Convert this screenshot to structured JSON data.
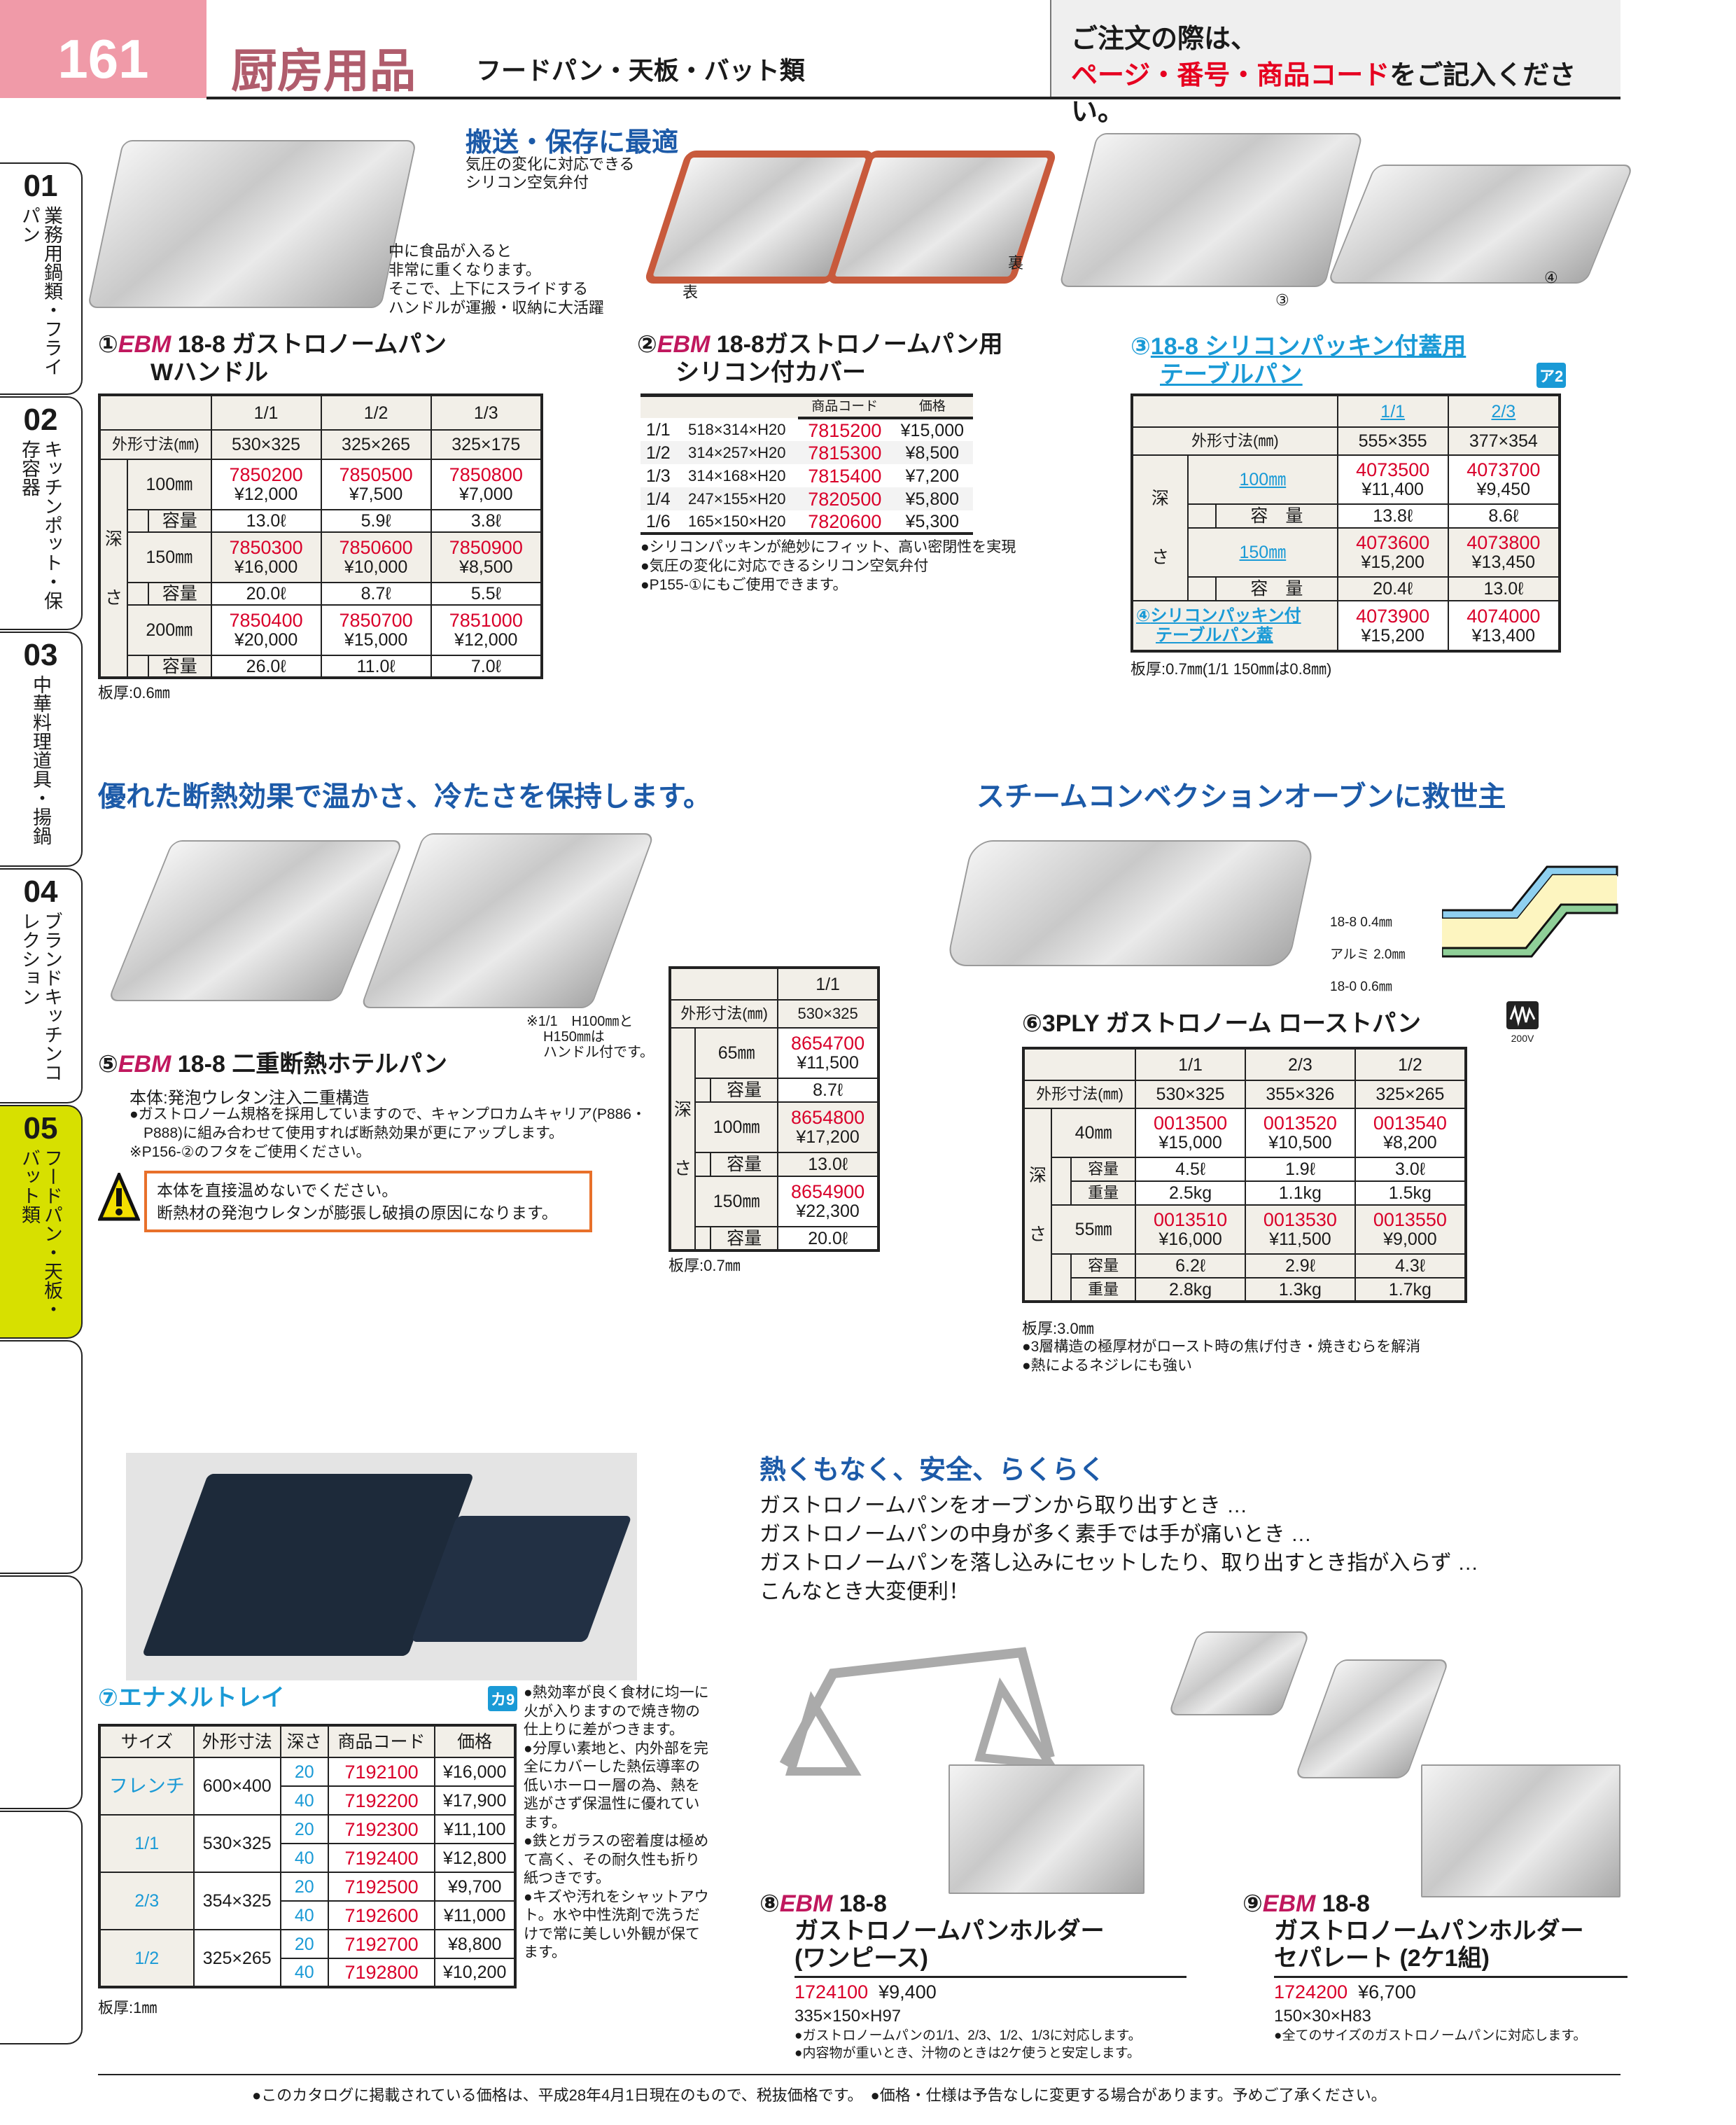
{
  "header": {
    "page_number": "161",
    "category": "厨房用品",
    "subcategory": "フードパン・天板・バット類",
    "notice_line1": "ご注文の際は、",
    "notice_highlight": "ページ・番号・商品コード",
    "notice_rest": "をご記入ください。"
  },
  "sidebar": [
    {
      "num": "01",
      "label": "業務用鍋類・フライパン"
    },
    {
      "num": "02",
      "label": "キッチンポット・保存容器"
    },
    {
      "num": "03",
      "label": "中華料理道具・揚鍋"
    },
    {
      "num": "04",
      "label": "ブランドキッチンコレクション"
    },
    {
      "num": "05",
      "label": "フードパン・天板・バット類"
    }
  ],
  "colors": {
    "code_red": "#d9002a",
    "brand_magenta": "#c0185e",
    "headline_blue": "#1c5aa8",
    "accent_cyan": "#1a9ad6",
    "active_tab": "#d7e000",
    "warning_orange": "#e8702a"
  },
  "s1": {
    "num": "①",
    "brand": "EBM",
    "title": " 18-8 ガストロノームパン",
    "title2": "Wハンドル",
    "callout": [
      "中に食品が入ると",
      "非常に重くなります。",
      "そこで、上下にスライドする",
      "ハンドルが運搬・収納に大活躍"
    ],
    "cols": [
      "1/1",
      "1/2",
      "1/3"
    ],
    "dim_label": "外形寸法(㎜)",
    "dims": [
      "530×325",
      "325×265",
      "325×175"
    ],
    "depth_label": [
      "深",
      "さ"
    ],
    "cap_label": "容量",
    "rows": [
      {
        "depth": "100㎜",
        "codes": [
          "7850200",
          "7850500",
          "7850800"
        ],
        "prices": [
          "¥12,000",
          "¥7,500",
          "¥7,000"
        ],
        "caps": [
          "13.0ℓ",
          "5.9ℓ",
          "3.8ℓ"
        ]
      },
      {
        "depth": "150㎜",
        "codes": [
          "7850300",
          "7850600",
          "7850900"
        ],
        "prices": [
          "¥16,000",
          "¥10,000",
          "¥8,500"
        ],
        "caps": [
          "20.0ℓ",
          "8.7ℓ",
          "5.5ℓ"
        ]
      },
      {
        "depth": "200㎜",
        "codes": [
          "7850400",
          "7850700",
          "7851000"
        ],
        "prices": [
          "¥20,000",
          "¥15,000",
          "¥12,000"
        ],
        "caps": [
          "26.0ℓ",
          "11.0ℓ",
          "7.0ℓ"
        ]
      }
    ],
    "note": "板厚:0.6㎜"
  },
  "s2": {
    "num": "②",
    "brand": "EBM",
    "title": " 18-8ガストロノームパン用",
    "title2": "シリコン付カバー",
    "tagline": "搬送・保存に最適",
    "callout": [
      "気圧の変化に対応できる",
      "シリコン空気弁付"
    ],
    "front": "表",
    "back": "裏",
    "col_code": "商品コード",
    "col_price": "価格",
    "rows": [
      {
        "size": "1/1",
        "dims": "518×314×H20",
        "code": "7815200",
        "price": "¥15,000"
      },
      {
        "size": "1/2",
        "dims": "314×257×H20",
        "code": "7815300",
        "price": "¥8,500"
      },
      {
        "size": "1/3",
        "dims": "314×168×H20",
        "code": "7815400",
        "price": "¥7,200"
      },
      {
        "size": "1/4",
        "dims": "247×155×H20",
        "code": "7820500",
        "price": "¥5,800"
      },
      {
        "size": "1/6",
        "dims": "165×150×H20",
        "code": "7820600",
        "price": "¥5,300"
      }
    ],
    "bullets": [
      "●シリコンパッキンが絶妙にフィット、高い密閉性を実現",
      "●気圧の変化に対応できるシリコン空気弁付",
      "●P155-①にもご使用できます。"
    ]
  },
  "s3": {
    "num": "③",
    "title": "18-8 シリコンパッキン付蓋用",
    "title2": "テーブルパン",
    "badge": "ア2",
    "img_label3": "③",
    "img_label4": "④",
    "cols": [
      "1/1",
      "2/3"
    ],
    "dim_label": "外形寸法(㎜)",
    "dims": [
      "555×355",
      "377×354"
    ],
    "depth_label": [
      "深",
      "さ"
    ],
    "cap_label": "容　量",
    "rows": [
      {
        "depth": "100㎜",
        "codes": [
          "4073500",
          "4073700"
        ],
        "prices": [
          "¥11,400",
          "¥9,450"
        ],
        "caps": [
          "13.8ℓ",
          "8.6ℓ"
        ]
      },
      {
        "depth": "150㎜",
        "codes": [
          "4073600",
          "4073800"
        ],
        "prices": [
          "¥15,200",
          "¥13,450"
        ],
        "caps": [
          "20.4ℓ",
          "13.0ℓ"
        ]
      }
    ],
    "lid": {
      "num": "④",
      "title": "シリコンパッキン付",
      "title2": "テーブルパン蓋",
      "codes": [
        "4073900",
        "4074000"
      ],
      "prices": [
        "¥15,200",
        "¥13,400"
      ]
    },
    "note": "板厚:0.7㎜(1/1 150㎜は0.8㎜)"
  },
  "headline_a": "優れた断熱効果で温かさ、冷たさを保持します。",
  "headline_b": "スチームコンベクションオーブンに救世主",
  "s5": {
    "num": "⑤",
    "brand": "EBM",
    "title": " 18-8 二重断熱ホテルパン",
    "img_note": [
      "※1/1　H100㎜と",
      "H150㎜は",
      "ハンドル付です。"
    ],
    "body": "本体:発泡ウレタン注入二重構造",
    "bullets": [
      "●ガストロノーム規格を採用していますので、キャンプロカムキャリア(P886・",
      "P888)に組み合わせて使用すれば断熱効果が更にアップします。",
      "※P156-②のフタをご使用ください。"
    ],
    "warning": [
      "本体を直接温めないでください。",
      "断熱材の発泡ウレタンが膨張し破損の原因になります。"
    ],
    "col": "1/1",
    "dim_label": "外形寸法(㎜)",
    "dim": "530×325",
    "depth_label": [
      "深",
      "さ"
    ],
    "cap_label": "容量",
    "rows": [
      {
        "depth": "65㎜",
        "code": "8654700",
        "price": "¥11,500",
        "cap": "8.7ℓ"
      },
      {
        "depth": "100㎜",
        "code": "8654800",
        "price": "¥17,200",
        "cap": "13.0ℓ"
      },
      {
        "depth": "150㎜",
        "code": "8654900",
        "price": "¥22,300",
        "cap": "20.0ℓ"
      }
    ],
    "note": "板厚:0.7㎜"
  },
  "s6": {
    "num": "⑥",
    "title": "3PLY ガストロノーム ローストパン",
    "voltage": "200V",
    "layers": [
      "18-8  0.4㎜",
      "アルミ 2.0㎜",
      "18-0  0.6㎜"
    ],
    "cols": [
      "1/1",
      "2/3",
      "1/2"
    ],
    "dim_label": "外形寸法(㎜)",
    "dims": [
      "530×325",
      "355×326",
      "325×265"
    ],
    "depth_label": [
      "深",
      "さ"
    ],
    "cap_label": "容量",
    "wt_label": "重量",
    "rows": [
      {
        "depth": "40㎜",
        "codes": [
          "0013500",
          "0013520",
          "0013540"
        ],
        "prices": [
          "¥15,000",
          "¥10,500",
          "¥8,200"
        ],
        "caps": [
          "4.5ℓ",
          "1.9ℓ",
          "3.0ℓ"
        ],
        "wts": [
          "2.5kg",
          "1.1kg",
          "1.5kg"
        ]
      },
      {
        "depth": "55㎜",
        "codes": [
          "0013510",
          "0013530",
          "0013550"
        ],
        "prices": [
          "¥16,000",
          "¥11,500",
          "¥9,000"
        ],
        "caps": [
          "6.2ℓ",
          "2.9ℓ",
          "4.3ℓ"
        ],
        "wts": [
          "2.8kg",
          "1.3kg",
          "1.7kg"
        ]
      }
    ],
    "note": "板厚:3.0㎜",
    "bullets": [
      "●3層構造の極厚材がロースト時の焦げ付き・焼きむらを解消",
      "●熱によるネジレにも強い"
    ]
  },
  "s7": {
    "num": "⑦",
    "title": "エナメルトレイ",
    "badge": "カ9",
    "headers": [
      "サイズ",
      "外形寸法",
      "深さ",
      "商品コード",
      "価格"
    ],
    "groups": [
      {
        "size": "フレンチ",
        "dims": "600×400",
        "rows": [
          {
            "depth": "20",
            "code": "7192100",
            "price": "¥16,000"
          },
          {
            "depth": "40",
            "code": "7192200",
            "price": "¥17,900"
          }
        ]
      },
      {
        "size": "1/1",
        "dims": "530×325",
        "rows": [
          {
            "depth": "20",
            "code": "7192300",
            "price": "¥11,100"
          },
          {
            "depth": "40",
            "code": "7192400",
            "price": "¥12,800"
          }
        ]
      },
      {
        "size": "2/3",
        "dims": "354×325",
        "rows": [
          {
            "depth": "20",
            "code": "7192500",
            "price": "¥9,700"
          },
          {
            "depth": "40",
            "code": "7192600",
            "price": "¥11,000"
          }
        ]
      },
      {
        "size": "1/2",
        "dims": "325×265",
        "rows": [
          {
            "depth": "20",
            "code": "7192700",
            "price": "¥8,800"
          },
          {
            "depth": "40",
            "code": "7192800",
            "price": "¥10,200"
          }
        ]
      }
    ],
    "bullets": [
      "●熱効率が良く食材に均一に火が入りますので焼き物の仕上りに差がつきます。",
      "●分厚い素地と、内外部を完全にカバーした熱伝導率の低いホーロー層の為、熱を逃がさず保温性に優れています。",
      "●鉄とガラスの密着度は極めて高く、その耐久性も折り紙つきです。",
      "●キズや汚れをシャットアウト。水や中性洗剤で洗うだけで常に美しい外観が保てます。"
    ],
    "note": "板厚:1㎜"
  },
  "holder_intro": {
    "headline": "熱くもなく、安全、らくらく",
    "lines": [
      "ガストロノームパンをオーブンから取り出すとき …",
      "ガストロノームパンの中身が多く素手では手が痛いとき …",
      "ガストロノームパンを落し込みにセットしたり、取り出すとき指が入らず …",
      "こんなとき大変便利！"
    ]
  },
  "s8": {
    "num": "⑧",
    "brand": "EBM",
    "title": " 18-8",
    "title2": "ガストロノームパンホルダー",
    "title3": "(ワンピース)",
    "code": "1724100",
    "price": "¥9,400",
    "dims": "335×150×H97",
    "bullets": [
      "●ガストロノームパンの1/1、2/3、1/2、1/3に対応します。",
      "●内容物が重いとき、汁物のときは2ケ使うと安定します。"
    ]
  },
  "s9": {
    "num": "⑨",
    "brand": "EBM",
    "title": " 18-8",
    "title2": "ガストロノームパンホルダー",
    "title3": "セパレート (2ケ1組)",
    "code": "1724200",
    "price": "¥6,700",
    "dims": "150×30×H83",
    "bullets": [
      "●全てのサイズのガストロノームパンに対応します。"
    ]
  },
  "footer": "●このカタログに掲載されている価格は、平成28年4月1日現在のもので、税抜価格です。　●価格・仕様は予告なしに変更する場合があります。予めご了承ください。"
}
